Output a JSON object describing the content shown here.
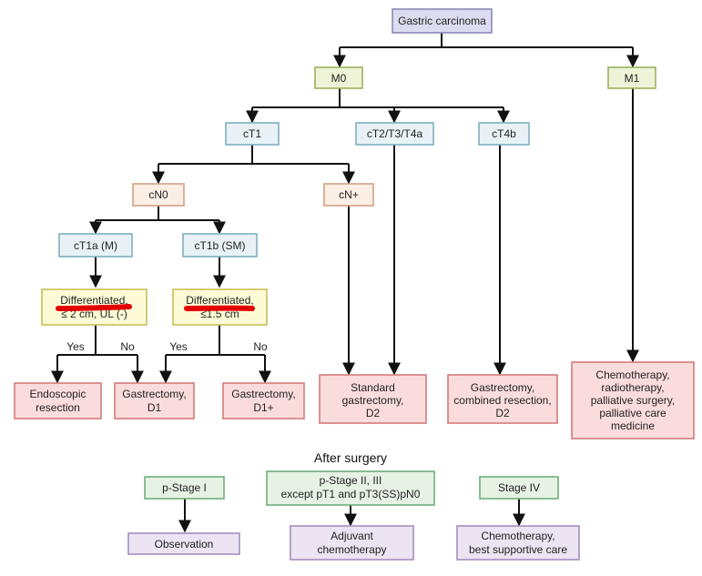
{
  "colors": {
    "root_fill": "#dcdcf0",
    "root_stroke": "#8a8ab6",
    "m_fill": "#eef3d8",
    "m_stroke": "#9bb060",
    "t_fill": "#e8f2f6",
    "t_stroke": "#7fb0c0",
    "n_fill": "#fbeee4",
    "n_stroke": "#d2a284",
    "sub_fill": "#e8f2f6",
    "sub_stroke": "#7fb0c0",
    "crit_fill": "#fdfbd6",
    "crit_stroke": "#c7bf5a",
    "tx_fill": "#fbdcdc",
    "tx_stroke": "#d47a7a",
    "stage_fill": "#e6f2e4",
    "stage_stroke": "#6fae7b",
    "after_fill": "#ece4f2",
    "after_stroke": "#a58ec0",
    "line": "#111111",
    "redline": "#e20000"
  },
  "nodes": {
    "gastric_carcinoma": "Gastric carcinoma",
    "m0": "M0",
    "m1": "M1",
    "ct1": "cT1",
    "ct2_t3_t4a": "cT2/T3/T4a",
    "ct4b": "cT4b",
    "cn0": "cN0",
    "cn_plus": "cN+",
    "ct1a_m": "cT1a (M)",
    "ct1b_sm": "cT1b (SM)",
    "crit_m_line1": "Differentiated,",
    "crit_m_line2": "≤ 2 cm, UL (-)",
    "crit_sm_line1": "Differentiated,",
    "crit_sm_line2": "≤1.5 cm",
    "tx_endoscopic_l1": "Endoscopic",
    "tx_endoscopic_l2": "resection",
    "tx_gastrectomy_d1_l1": "Gastrectomy,",
    "tx_gastrectomy_d1_l2": "D1",
    "tx_gastrectomy_d1plus_l1": "Gastrectomy,",
    "tx_gastrectomy_d1plus_l2": "D1+",
    "tx_standard_l1": "Standard",
    "tx_standard_l2": "gastrectomy,",
    "tx_standard_l3": "D2",
    "tx_combined_l1": "Gastrectomy,",
    "tx_combined_l2": "combined resection,",
    "tx_combined_l3": "D2",
    "tx_chemo_l1": "Chemotherapy,",
    "tx_chemo_l2": "radiotherapy,",
    "tx_chemo_l3": "palliative surgery,",
    "tx_chemo_l4": "palliative care",
    "tx_chemo_l5": "medicine"
  },
  "edge_labels": {
    "yes_left": "Yes",
    "no_left": "No",
    "yes_right": "Yes",
    "no_right": "No"
  },
  "after_surgery": {
    "title": "After surgery",
    "stage1": "p-Stage I",
    "stage23_l1": "p-Stage II, III",
    "stage23_l2": "except pT1 and pT3(SS)pN0",
    "stage4": "Stage IV",
    "observation": "Observation",
    "adjuvant_l1": "Adjuvant",
    "adjuvant_l2": "chemotherapy",
    "chemo_best_l1": "Chemotherapy,",
    "chemo_best_l2": "best supportive care"
  }
}
